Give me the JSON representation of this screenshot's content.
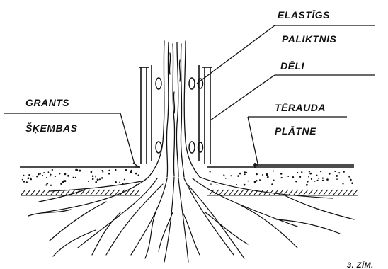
{
  "labels": {
    "elastigs": "ELASTĪGS",
    "paliktnis": "PALIKTNIS",
    "deli": "DĒLI",
    "grants": "GRANTS",
    "skembas": "ŠĶEMBAS",
    "terauda": "TĒRAUDA",
    "platne": "PLĀTNE",
    "figure_number": "3. ZĪM."
  },
  "colors": {
    "ink": "#111111",
    "background": "#ffffff"
  }
}
